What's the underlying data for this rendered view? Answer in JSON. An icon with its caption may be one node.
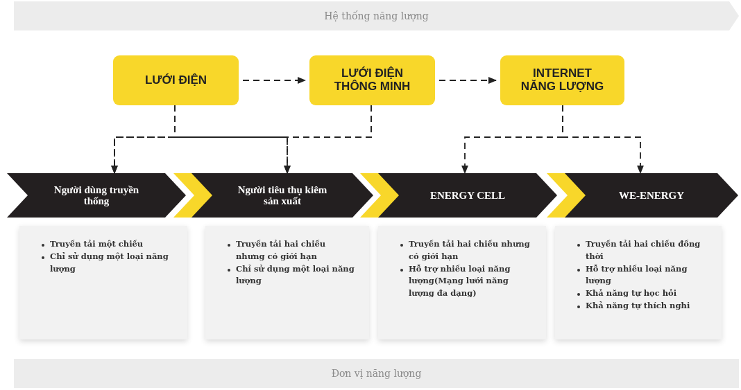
{
  "diagram": {
    "nodes": [
      {
        "text": [
          "Hệ thống năng lượng"
        ]
      },
      {
        "text": [
          "LƯỚI ĐIỆN"
        ]
      },
      {
        "text": [
          "LƯỚI ĐIỆN THÔNG MINH"
        ]
      },
      {
        "text": [
          "INTERNET NĂNG LƯỢNG"
        ]
      },
      {
        "text": [
          "Người dùng truyền thống"
        ]
      },
      {
        "text": [
          "Người tiêu thụ kiêm sản xuất"
        ]
      },
      {
        "text": [
          "ENERGY CELL"
        ]
      },
      {
        "text": [
          "WE-ENERGY"
        ]
      },
      {
        "text": [
          "Truyền tải một chiều",
          "Chỉ sử dụng một loại năng lượng"
        ]
      },
      {
        "text": [
          "Truyền tải hai chiều nhưng có giới hạn",
          "Chỉ sử dụng một loại năng lượng"
        ]
      },
      {
        "text": [
          "Truyền tải hai chiều nhưng có giới hạn",
          "Hỗ trợ nhiều loại năng lượng(Mạng lưới năng lượng đa dạng)"
        ]
      },
      {
        "text": [
          "Truyền tải hai chiều đồng thời",
          "Hỗ trợ nhiều loại năng lượng",
          "Khả năng tự học hỏi",
          "Khả năng tự thích nghi"
        ]
      },
      {
        "text": [
          "Đơn vị năng lượng"
        ]
      }
    ],
    "edges": [
      {
        "from": 1,
        "to": 2,
        "arrow": "to",
        "style": "dashed"
      },
      {
        "from": 2,
        "to": 3,
        "arrow": "to",
        "style": "dashed"
      },
      {
        "from": 1,
        "to": 4,
        "arrow": "to",
        "style": "dashed"
      },
      {
        "from": 1,
        "to": 5,
        "arrow": "to",
        "style": "dashed"
      },
      {
        "from": 2,
        "to": 4,
        "arrow": "to",
        "style": "dashed"
      },
      {
        "from": 2,
        "to": 5,
        "arrow": "to",
        "style": "dashed"
      },
      {
        "from": 3,
        "to": 6,
        "arrow": "to",
        "style": "dashed"
      },
      {
        "from": 3,
        "to": 7,
        "arrow": "to",
        "style": "dashed"
      },
      {
        "from": 4,
        "to": 5,
        "arrow": "to",
        "style": "thick",
        "color": "#f8d72a"
      },
      {
        "from": 5,
        "to": 6,
        "arrow": "to",
        "style": "thick",
        "color": "#f8d72a"
      },
      {
        "from": 6,
        "to": 7,
        "arrow": "to",
        "style": "thick",
        "color": "#f8d72a"
      }
    ]
  }
}
